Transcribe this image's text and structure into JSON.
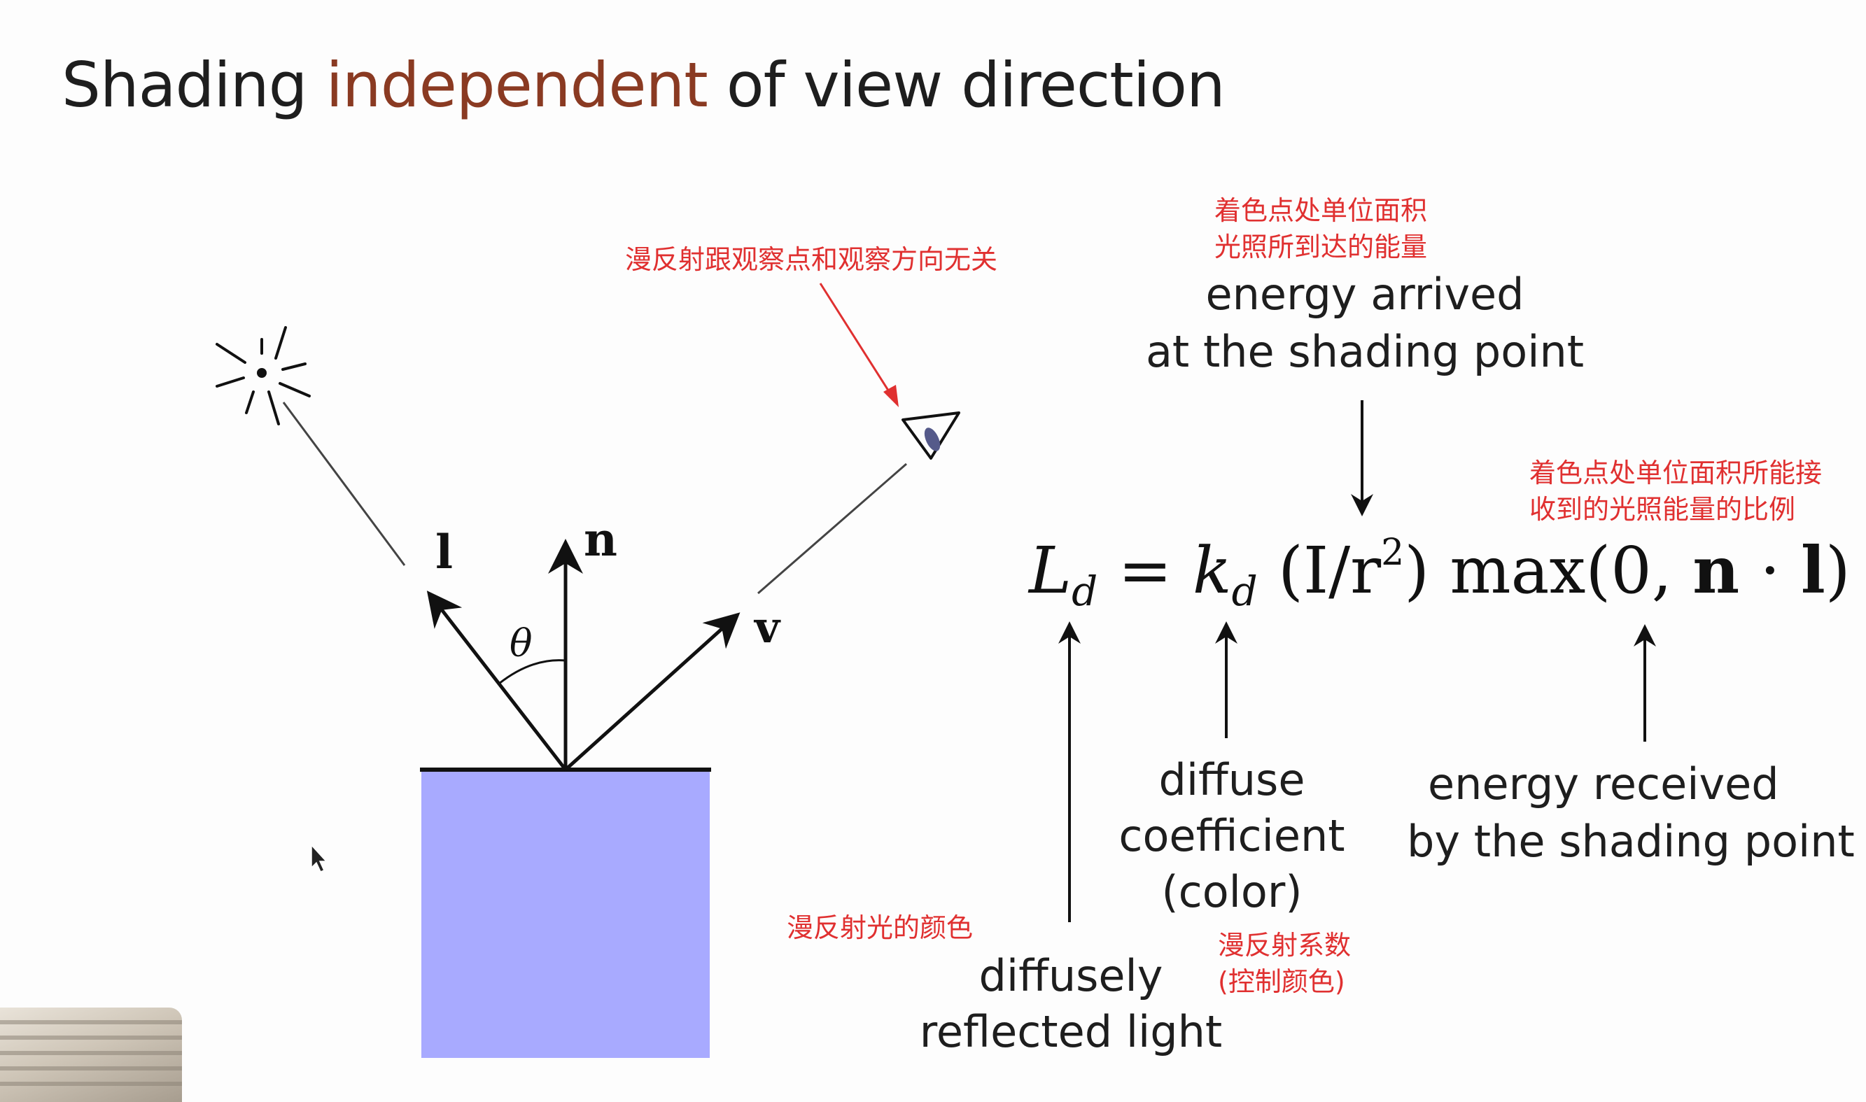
{
  "title": {
    "prefix": "Shading ",
    "highlight": "independent",
    "suffix": " of view direction"
  },
  "diagram": {
    "vector_l": "l",
    "vector_n": "n",
    "vector_v": "v",
    "angle": "θ"
  },
  "formula": {
    "L": "L",
    "L_sub": "d",
    "equals": " = ",
    "k": "k",
    "k_sub": "d",
    "open": " (I/r",
    "exp": "2",
    "close": ") max(0, ",
    "n": "n",
    "dot": " · ",
    "l": "l",
    "end": ")"
  },
  "labels": {
    "energy_arrived": [
      "energy arrived",
      "at the shading point"
    ],
    "energy_received": [
      "energy received",
      "by the shading point"
    ],
    "diffuse_coefficient": [
      "diffuse",
      "coefficient",
      "(color)"
    ],
    "diffusely_reflected": [
      "diffusely",
      "reflected light"
    ]
  },
  "annotations": {
    "view_independent": "漫反射跟观察点和观察方向无关",
    "energy_arrived": [
      "着色点处单位面积",
      "光照所到达的能量"
    ],
    "energy_received": [
      "着色点处单位面积所能接",
      "收到的光照能量的比例"
    ],
    "reflected_color": "漫反射光的颜色",
    "coefficient": [
      "漫反射系数",
      "(控制颜色)"
    ]
  },
  "colors": {
    "surface_fill": "#a8aaff",
    "annotation": "#e03030",
    "title_highlight": "#8a3a22"
  },
  "icons": [
    "light-source-icon",
    "eye-icon",
    "cursor-icon"
  ]
}
